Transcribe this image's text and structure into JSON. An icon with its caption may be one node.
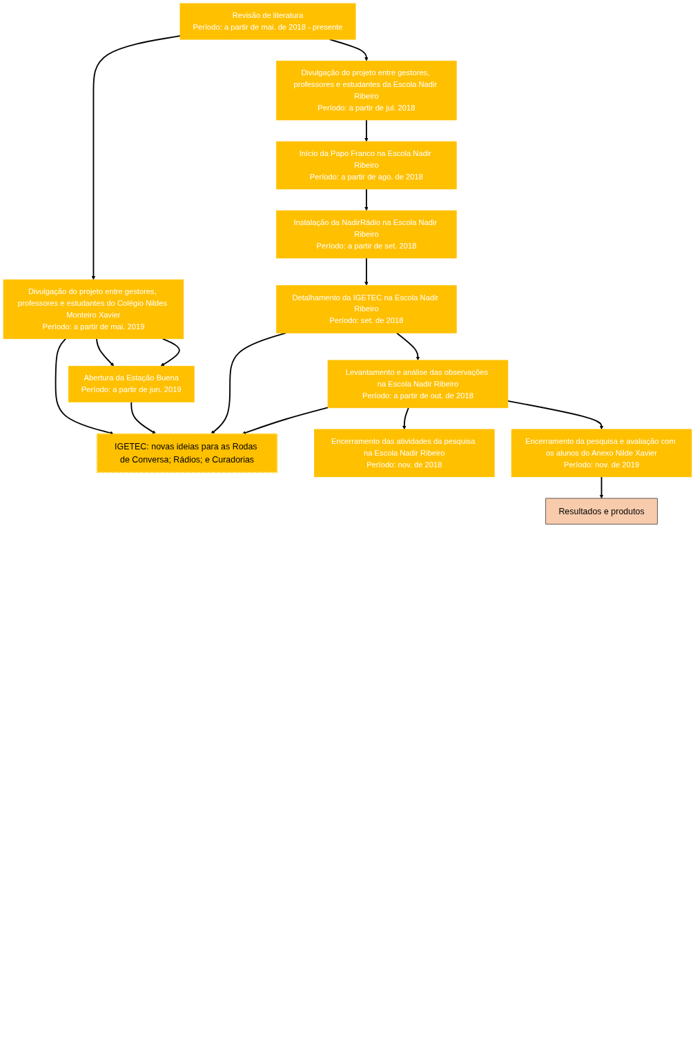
{
  "diagram": {
    "nodes": [
      {
        "text": [
          "Revisão de literatura",
          "Período: a partir de mai. de 2018 - presente"
        ]
      },
      {
        "text": [
          "Divulgação do projeto entre gestores, professores e estudantes da Escola Nadir Ribeiro",
          "Período: a partir de jul. 2018"
        ]
      },
      {
        "text": [
          "Divulgação do projeto entre gestores, professores e estudantes do Colégio Nildes Monteiro Xavier",
          "Período: a partir de mai. 2019"
        ]
      },
      {
        "text": [
          "Início da Papo Franco na Escola Nadir Ribeiro",
          "Período: a partir de ago. de 2018"
        ]
      },
      {
        "text": [
          "Abertura da Estação Buena",
          "Período: a partir de jun. 2019"
        ]
      },
      {
        "text": [
          "Instalação da NadirRádio na Escola Nadir Ribeiro",
          "Período: a partir de set. 2018"
        ]
      },
      {
        "text": [
          "Detalhamento da IGETEC na Escola Nadir Ribeiro",
          "Período: set. de 2018"
        ]
      },
      {
        "text": [
          "IGETEC: novas ideias para as Rodas de Conversa; Rádios; e Curadorias"
        ]
      },
      {
        "text": [
          "Levantamento e análise das observações na Escola Nadir Ribeiro",
          "Período: a partir de out. de 2018"
        ]
      },
      {
        "text": [
          "Encerramento das atividades da pesquisa na Escola Nadir Ribeiro",
          "Período: nov. de 2018"
        ]
      },
      {
        "text": [
          "Encerramento da pesquisa e avaliação com os alunos do Anexo Nilde Xavier",
          "Período: nov. de 2019"
        ]
      },
      {
        "text": [
          "Resultados e produtos"
        ]
      }
    ],
    "edges": [
      {
        "from": 0,
        "to": 1,
        "arrow": "to"
      },
      {
        "from": 0,
        "to": 2,
        "arrow": "to"
      },
      {
        "from": 1,
        "to": 3,
        "arrow": "to"
      },
      {
        "from": 2,
        "to": 4,
        "arrow": "to"
      },
      {
        "from": 2,
        "to": 4,
        "arrow": "to"
      },
      {
        "from": 2,
        "to": 7,
        "arrow": "to"
      },
      {
        "from": 3,
        "to": 5,
        "arrow": "to"
      },
      {
        "from": 4,
        "to": 7,
        "arrow": "to"
      },
      {
        "from": 5,
        "to": 6,
        "arrow": "to"
      },
      {
        "from": 6,
        "to": 7,
        "arrow": "to"
      },
      {
        "from": 6,
        "to": 8,
        "arrow": "to"
      },
      {
        "from": 8,
        "to": 9,
        "arrow": "to"
      },
      {
        "from": 8,
        "to": 7,
        "arrow": "to"
      },
      {
        "from": 8,
        "to": 10,
        "arrow": "to"
      },
      {
        "from": 10,
        "to": 11,
        "arrow": "to"
      }
    ]
  }
}
